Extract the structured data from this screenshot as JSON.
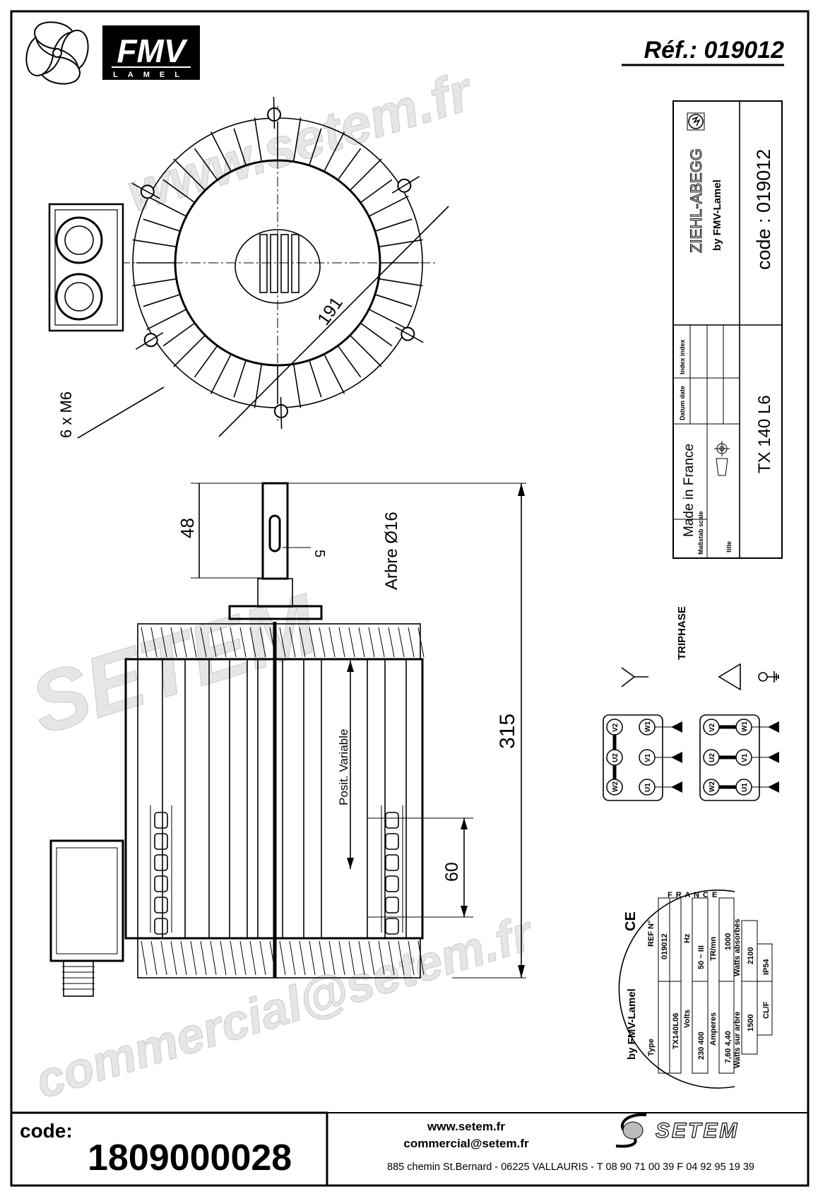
{
  "header": {
    "logo_text": "FMV",
    "logo_subtext": "LAMEL",
    "reference": "Réf.: 019012"
  },
  "title_block": {
    "brand": "ZIEHL-ABEGG",
    "by": "by FMV-Lamel",
    "code": "code : 019012",
    "made_in": "Made in France",
    "index_label": "Index index",
    "date_label": "Datum date",
    "scale_label": "Maßstab scale",
    "title_label": "title",
    "title_value": "TX 140 L6"
  },
  "drawing": {
    "dim_diameter": "191",
    "dim_bolts": "6 x M6",
    "dim_shaft_length": "48",
    "dim_key": "5",
    "shaft_label": "Arbre Ø16",
    "dim_length": "315",
    "dim_60": "60",
    "position_label": "Posit. Variable"
  },
  "wiring": {
    "title": "TRIPHASE",
    "star_terminals": {
      "left": [
        "V2",
        "U2",
        "W2"
      ],
      "right": [
        "W1",
        "V1",
        "U1"
      ]
    },
    "delta_terminals": {
      "left": [
        "V2",
        "U2",
        "W2"
      ],
      "right": [
        "W1",
        "V1",
        "U1"
      ]
    }
  },
  "nameplate": {
    "by": "by FMV-Lamel",
    "country": "F R A N C E",
    "type_label": "Type",
    "type_value": "TX140L06",
    "ref_label": "REF N°",
    "ref_value": "019012",
    "volts_label": "Volts",
    "volts_value": "230  400",
    "hz_label": "Hz",
    "hz_value": "50    ~ III",
    "amperes_label": "Amperes",
    "amperes_value": "7,60  4,40",
    "rpm_label": "TR/mn",
    "rpm_value": "1000",
    "shaft_watts_label": "Watts sur arbre",
    "shaft_watts_value": "1500",
    "absorbed_watts_label": "Watts absorbés",
    "absorbed_watts_value": "2100",
    "insulation_class": "CL/F",
    "protection": "IP54",
    "ce_mark": "CE"
  },
  "watermark": {
    "line1": "www.setem.fr",
    "line2": "SETEM",
    "line3": "commercial@setem.fr"
  },
  "footer": {
    "code_label": "code:",
    "code_value": "1809000028",
    "website": "www.setem.fr",
    "email": "commercial@setem.fr",
    "address": "885 chemin St.Bernard  -  06225 VALLAURIS  -  T 08 90 71 00 39   F 04 92 95 19 39",
    "company_logo": "SETEM"
  }
}
